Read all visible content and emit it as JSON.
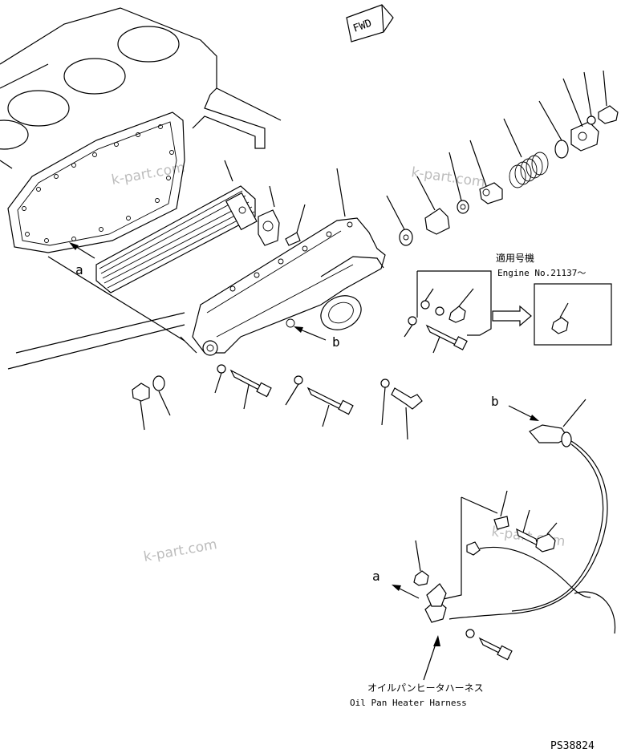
{
  "diagram": {
    "direction_tag": "FWD",
    "applicable_label_jp": "適用号機",
    "applicable_label_en": "Engine No.21137～",
    "callout_a": "a",
    "callout_b": "b",
    "harness_label_jp": "オイルパンヒータハーネス",
    "harness_label_en": "Oil Pan Heater Harness",
    "drawing_number": "PS38824",
    "watermark": "k-part.com"
  }
}
